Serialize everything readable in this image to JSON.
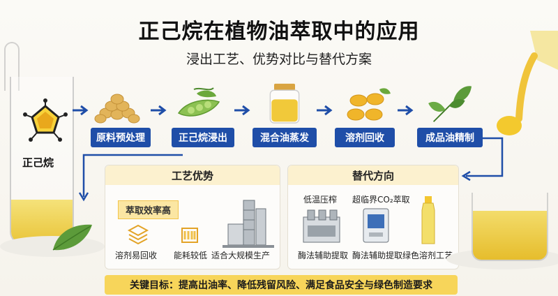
{
  "header": {
    "title": "正己烷在植物油萃取中的应用",
    "subtitle": "浸出工艺、优势对比与替代方案"
  },
  "molecule": {
    "label": "正己烷"
  },
  "process": {
    "steps": [
      {
        "label": "原料预处理",
        "icon": "soybean-pile-icon"
      },
      {
        "label": "正己烷浸出",
        "icon": "soybean-pod-icon"
      },
      {
        "label": "混合油蒸发",
        "icon": "oil-jar-icon"
      },
      {
        "label": "溶剂回收",
        "icon": "oil-capsules-icon"
      },
      {
        "label": "成品油精制",
        "icon": "leaf-branch-icon"
      }
    ]
  },
  "advantages": {
    "title": "工艺优势",
    "badge": "萃取效率高",
    "items": [
      {
        "label": "溶剂易回收",
        "icon": "layers-icon"
      },
      {
        "label": "能耗较低",
        "icon": "energy-box-icon"
      },
      {
        "label": "适合大规模生产",
        "icon": "factory-icon"
      }
    ]
  },
  "alternatives": {
    "title": "替代方向",
    "top_labels": [
      "低温压榨",
      "超临界CO₂萃取"
    ],
    "items": [
      {
        "label": "酶法辅助提取",
        "icon": "press-machine-icon"
      },
      {
        "label": "酶法辅助提取",
        "icon": "co2-extractor-icon"
      },
      {
        "label": "绿色溶剂工艺",
        "icon": "oil-bottle-icon"
      }
    ]
  },
  "footer": {
    "text": "关键目标：提高出油率、降低残留风险、满足食品安全与绿色制造要求"
  },
  "colors": {
    "step_blue": "#1f4ea8",
    "footer_yellow": "#f7d55a",
    "panel_head": "#fcf1cf"
  }
}
